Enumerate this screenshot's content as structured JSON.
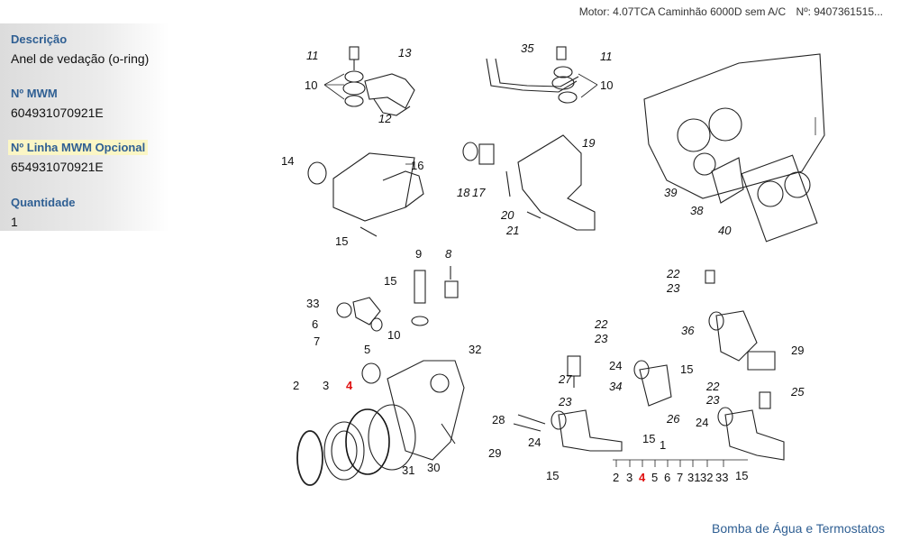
{
  "header": {
    "motor": "Motor: 4.07TCA Caminhão 6000D sem A/C",
    "number": "Nº: 9407361515..."
  },
  "sidebar": {
    "descricao_label": "Descrição",
    "descricao_value": "Anel de vedação (o-ring)",
    "mwm_label": "Nº MWM",
    "mwm_value": "604931070921E",
    "linha_label": "Nº Linha MWM Opcional",
    "linha_value": "654931070921E",
    "quantidade_label": "Quantidade",
    "quantidade_value": "1"
  },
  "diagram": {
    "callouts": [
      "11",
      "13",
      "10",
      "12",
      "35",
      "11",
      "10",
      "14",
      "16",
      "18",
      "17",
      "19",
      "20",
      "21",
      "15",
      "39",
      "38",
      "40",
      "9",
      "8",
      "15",
      "33",
      "6",
      "7",
      "10",
      "5",
      "32",
      "2",
      "3",
      "4",
      "31",
      "30",
      "22",
      "23",
      "22",
      "23",
      "36",
      "29",
      "24",
      "15",
      "34",
      "27",
      "23",
      "22",
      "23",
      "25",
      "26",
      "24",
      "28",
      "24",
      "29",
      "15",
      "15",
      "15",
      "1"
    ],
    "highlight": "4",
    "group_1": [
      "2",
      "3",
      "4",
      "5",
      "6",
      "7",
      "31",
      "32",
      "33"
    ]
  },
  "footer": {
    "link": "Bomba de Água e Termostatos"
  },
  "colors": {
    "label_blue": "#2f5f93",
    "highlight_red": "#e01010",
    "highlight_bg": "#fbf6c5"
  }
}
